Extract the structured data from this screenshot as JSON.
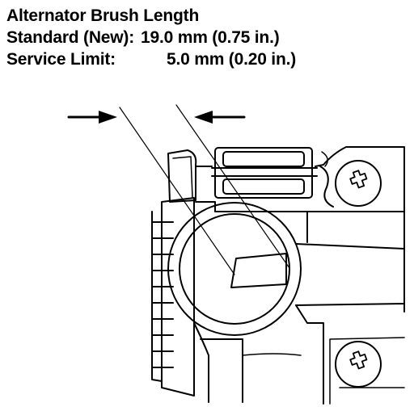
{
  "spec": {
    "title": "Alternator Brush Length",
    "standard_label": "Standard (New):",
    "standard_value": "19.0 mm (0.75 in.)",
    "service_label": "Service Limit:",
    "service_value": "5.0 mm (0.20 in.)"
  },
  "diagram": {
    "subject": "alternator-brush-holder",
    "icons": [
      "measurement-arrow-right-icon",
      "measurement-arrow-left-icon",
      "phillips-screw-icon"
    ]
  }
}
